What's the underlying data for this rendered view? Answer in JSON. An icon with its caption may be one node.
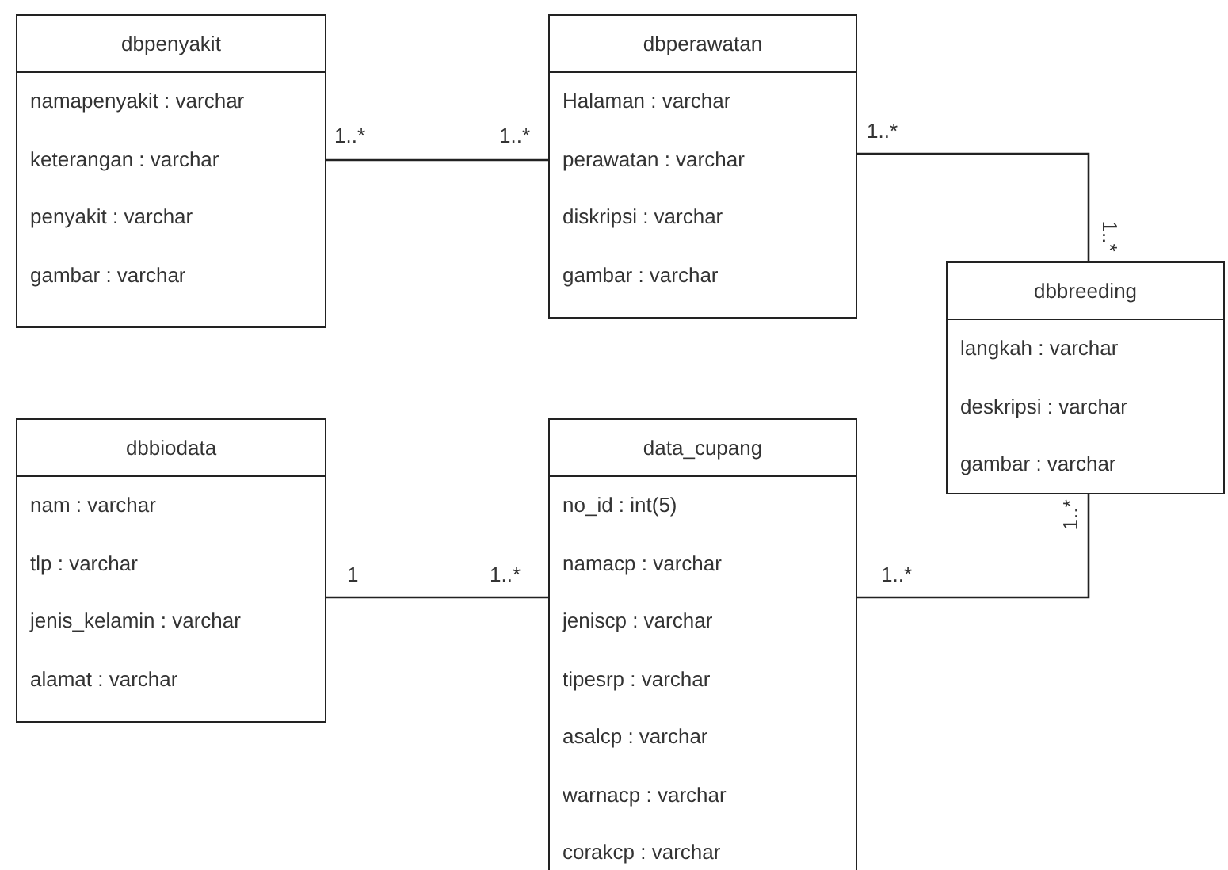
{
  "diagram": {
    "nodes": [
      {
        "text": [
          "dbpenyakit",
          "namapenyakit : varchar",
          "keterangan : varchar",
          "penyakit : varchar",
          "gambar : varchar"
        ]
      },
      {
        "text": [
          "dbperawatan",
          "Halaman : varchar",
          "perawatan : varchar",
          "diskripsi : varchar",
          "gambar : varchar"
        ]
      },
      {
        "text": [
          "dbbreeding",
          "langkah : varchar",
          "deskripsi : varchar",
          "gambar : varchar"
        ]
      },
      {
        "text": [
          "dbbiodata",
          "nam : varchar",
          "tlp : varchar",
          "jenis_kelamin : varchar",
          "alamat : varchar"
        ]
      },
      {
        "text": [
          "data_cupang",
          "no_id : int(5)",
          "namacp : varchar",
          "jeniscp : varchar",
          "tipesrp : varchar",
          "asalcp : varchar",
          "warnacp : varchar",
          "corakcp : varchar"
        ]
      }
    ],
    "edges": [
      {
        "from": 0,
        "to": 1,
        "arrow": "none"
      },
      {
        "from": 1,
        "to": 2,
        "arrow": "none"
      },
      {
        "from": 3,
        "to": 4,
        "arrow": "none"
      },
      {
        "from": 4,
        "to": 2,
        "arrow": "none"
      }
    ],
    "labels": [
      "1..*",
      "1..*",
      "1..*",
      "1..*",
      "1..*",
      "1",
      "1..*",
      "1..*"
    ]
  }
}
